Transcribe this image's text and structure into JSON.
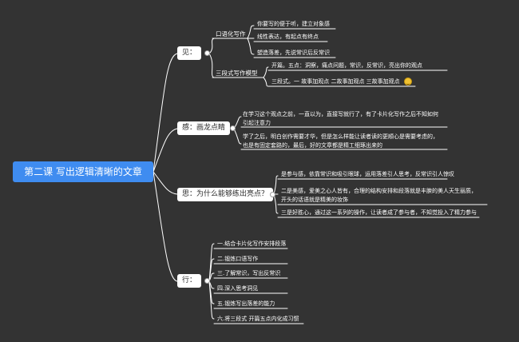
{
  "root": {
    "label": "第二课  写出逻辑清晰的文章"
  },
  "branches": {
    "jian": {
      "label": "见：",
      "sub_a": {
        "label": "口语化写作",
        "items": [
          "你要写的便于听，建立对象感",
          "线性表达，有起点有终点",
          "塑造落差，先说常识后反常识"
        ]
      },
      "sub_b": {
        "label": "三段式写作模型",
        "items": [
          "开篇。五点：洞察，痛点问题，常识，反常识，亮出你的观点",
          "三段式。一 故事加观点 二故事加观点 三故事加观点"
        ]
      }
    },
    "gan": {
      "label": "感：画龙点睛",
      "items": [
        [
          "在学习这个观点之前，一直以为，直接写就行了，有了卡片化写作之后不知如何",
          "引起注意力"
        ],
        [
          "学了之后，明白创作需要才华，但是怎么样能让读者读的更顺心是需要考虑的，",
          "也是有固定套路的，最后，好的文章都是精工细琢出来的"
        ]
      ]
    },
    "si": {
      "label": "思：为什么能够练出亮点？",
      "items": [
        [
          "是参与感，依靠常识和吸引眼球，运用落差引人思考，反常识引人惊叹"
        ],
        [
          "二是美感，爱美之心人皆有，合理的结构安排和段落就是丰腴的美人天生丽质，",
          "开头的话语就是精美的妆饰"
        ],
        [
          "三是好胜心，通过这一系列的操作，让读者成了参与者，不知觉投入了精力参与"
        ]
      ]
    },
    "xing": {
      "label": "行：",
      "items": [
        "一.结合卡片化写作安排段落",
        "二.锻炼口语写作",
        "三.了解常识，写出反常识",
        "四.深入思考洞见",
        "五.锻炼写出落差的能力",
        "六.将三段式 开篇五点内化成习惯"
      ]
    }
  },
  "colors": {
    "background": "#333333",
    "root": "#3f8cf0",
    "node": "#ffffff",
    "line": "#ffffff"
  }
}
